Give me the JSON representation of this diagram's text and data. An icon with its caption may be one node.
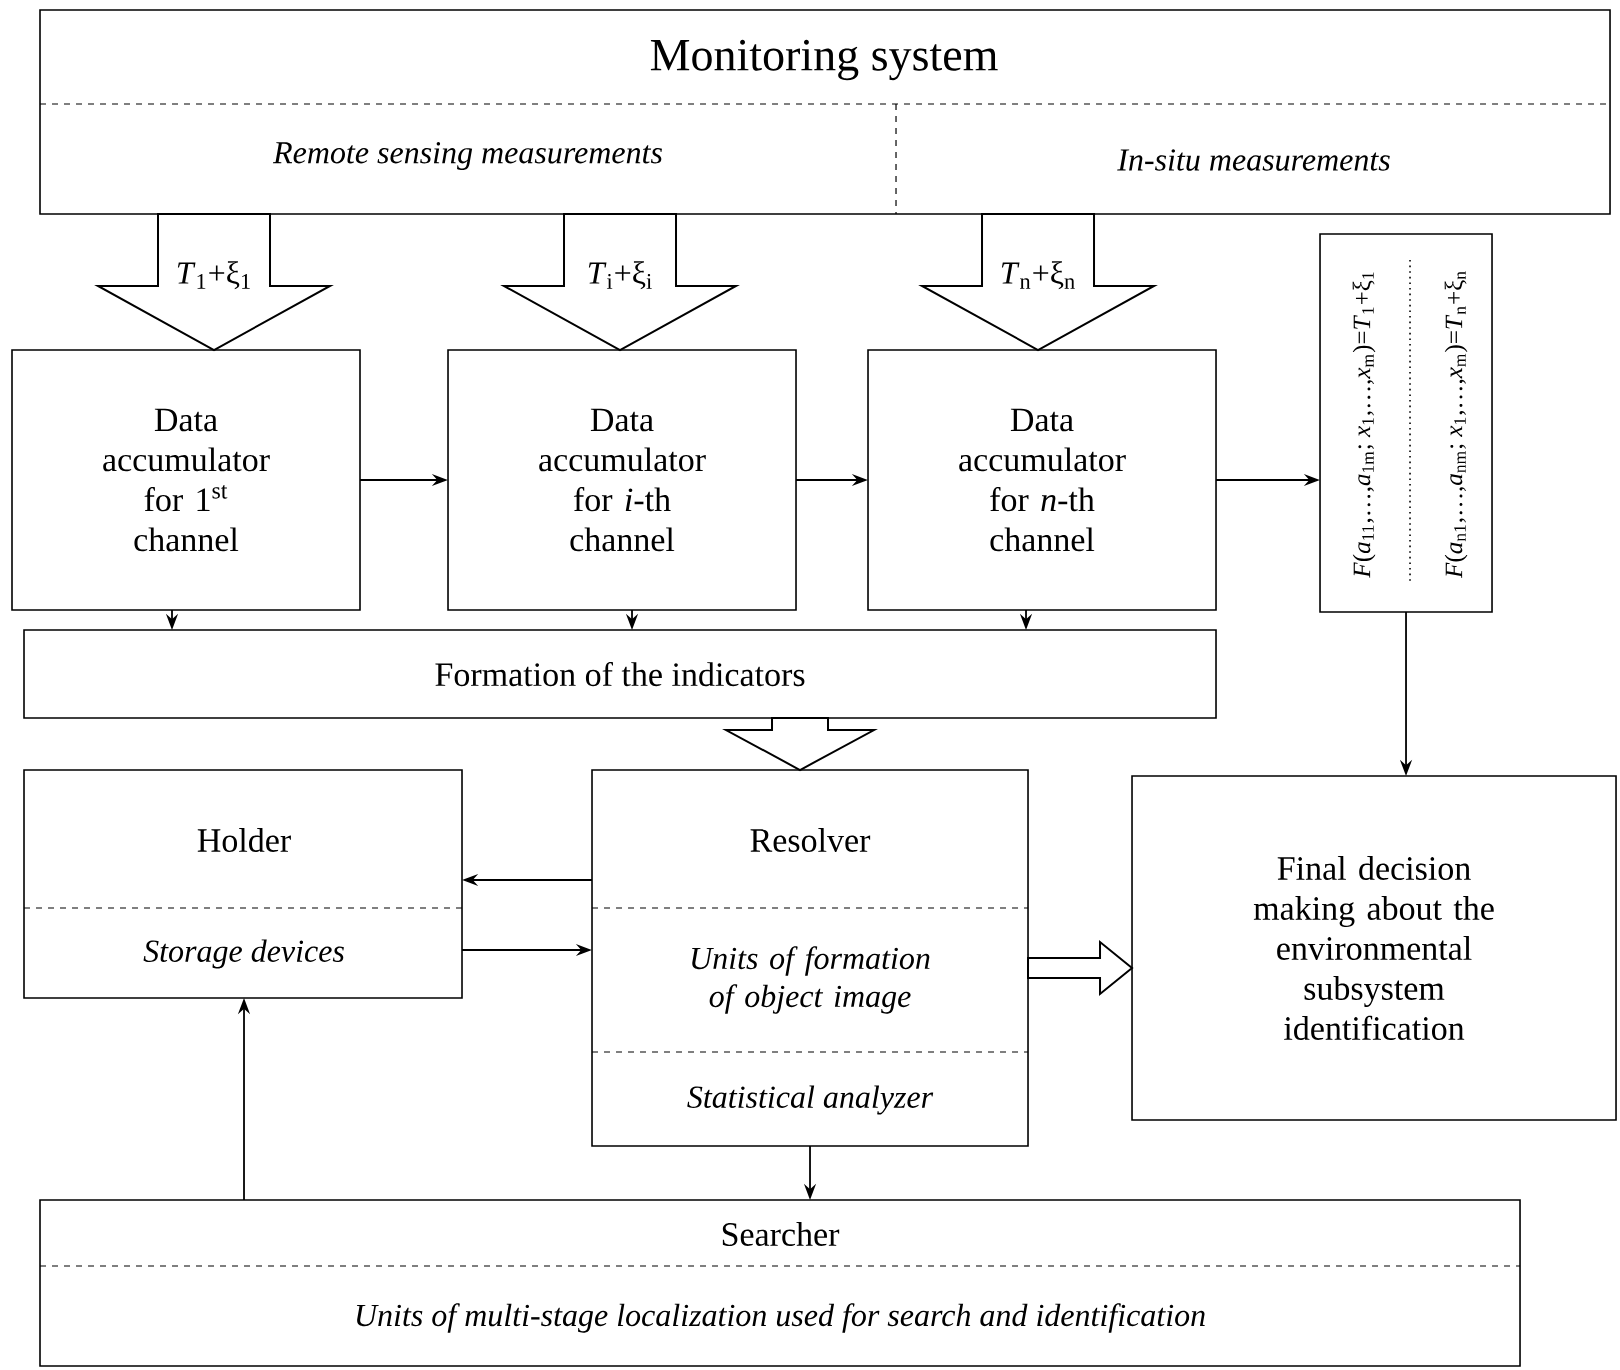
{
  "diagram": {
    "nodes": [
      {
        "text": [
          "Monitoring system",
          "*Remote sensing measurements*",
          "*In-situ measurements*"
        ]
      },
      {
        "text": [
          "Data accumulator for 1$^{st}$ channel"
        ]
      },
      {
        "text": [
          "Data accumulator for *i*-th channel"
        ]
      },
      {
        "text": [
          "Data accumulator for *n*-th channel"
        ]
      },
      {
        "text": [
          "*F*(*a*$_{11}$,…,*a*$_{1m}$; *x*$_{1}$,…,*x*$_{m}$)=*T*$_{1}$+ξ$_{1}$",
          "*F*(*a*$_{n1}$,…,*a*$_{nm}$; *x*$_{1}$,…,*x*$_{m}$)=*T*$_{n}$+ξ$_{n}$"
        ]
      },
      {
        "text": [
          "Formation of the indicators"
        ]
      },
      {
        "text": [
          "Holder",
          "*Storage devices*"
        ]
      },
      {
        "text": [
          "Resolver",
          "*Units of formation of object image*",
          "*Statistical analyzer*"
        ]
      },
      {
        "text": [
          "Final decision making about the environmental subsystem identification"
        ]
      },
      {
        "text": [
          "Searcher",
          "*Units of multi-stage localization used for search and identification*"
        ]
      }
    ],
    "edges": [
      {
        "from": 0,
        "to": 1,
        "arrow": "to",
        "label": "*T*$_{1}$+ξ$_{1}$",
        "style": "thick"
      },
      {
        "from": 0,
        "to": 2,
        "arrow": "to",
        "label": "*T*$_{i}$+ξ$_{i}$",
        "style": "thick"
      },
      {
        "from": 0,
        "to": 3,
        "arrow": "to",
        "label": "*T*$_{n}$+ξ$_{n}$",
        "style": "thick"
      },
      {
        "from": 1,
        "to": 2,
        "arrow": "to"
      },
      {
        "from": 2,
        "to": 3,
        "arrow": "to"
      },
      {
        "from": 3,
        "to": 4,
        "arrow": "to"
      },
      {
        "from": 1,
        "to": 5,
        "arrow": "to"
      },
      {
        "from": 2,
        "to": 5,
        "arrow": "to"
      },
      {
        "from": 3,
        "to": 5,
        "arrow": "to"
      },
      {
        "from": 5,
        "to": 7,
        "arrow": "to",
        "style": "thick"
      },
      {
        "from": 4,
        "to": 8,
        "arrow": "to"
      },
      {
        "from": 7,
        "to": 6,
        "arrow": "to"
      },
      {
        "from": 6,
        "to": 7,
        "arrow": "to"
      },
      {
        "from": 7,
        "to": 8,
        "arrow": "to",
        "style": "thick"
      },
      {
        "from": 7,
        "to": 9,
        "arrow": "to"
      },
      {
        "from": 9,
        "to": 6,
        "arrow": "to"
      }
    ]
  }
}
